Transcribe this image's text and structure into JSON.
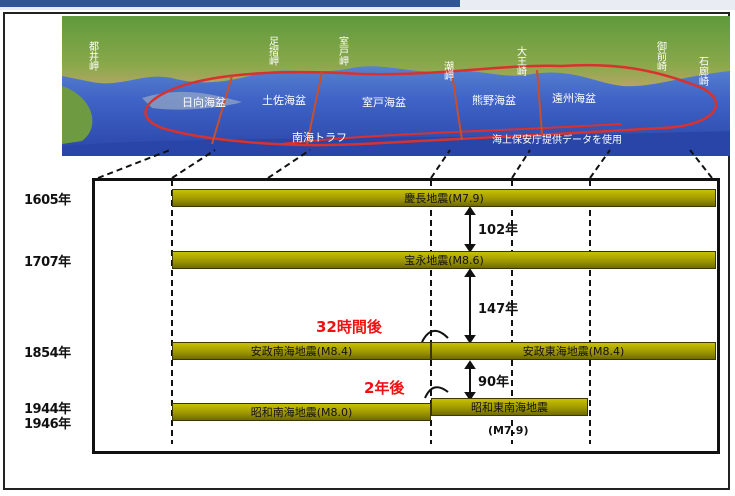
{
  "map": {
    "basins": [
      "日向海盆",
      "土佐海盆",
      "室戸海盆",
      "熊野海盆",
      "遠州海盆"
    ],
    "capes": [
      "都井岬",
      "足摺岬",
      "室戸岬",
      "潮岬",
      "大王崎",
      "御前崎",
      "石廊崎"
    ],
    "trough_label": "南海トラフ",
    "credit": "海上保安庁提供データを使用",
    "colors": {
      "sea": "#3f63c6",
      "land": "#5f9a3c",
      "ridge": "#c94f2a",
      "outline": "#d8322e"
    }
  },
  "timeline": {
    "years": [
      "1605年",
      "1707年",
      "1854年",
      "1944年",
      "1946年"
    ],
    "events": {
      "keicho": "慶長地震(M7.9)",
      "hoei": "宝永地震(M8.6)",
      "ansei_nankai": "安政南海地震(M8.4)",
      "ansei_tokai": "安政東海地震(M8.4)",
      "showa_nankai": "昭和南海地震(M8.0)",
      "showa_tonankai": "昭和東南海地震",
      "showa_tonankai_mag": "(M7.9)"
    },
    "intervals": [
      "102年",
      "147年",
      "90年"
    ],
    "lags": [
      "32時間後",
      "2年後"
    ],
    "bar_color": "#b5ae00",
    "lag_color": "#ee1111"
  }
}
